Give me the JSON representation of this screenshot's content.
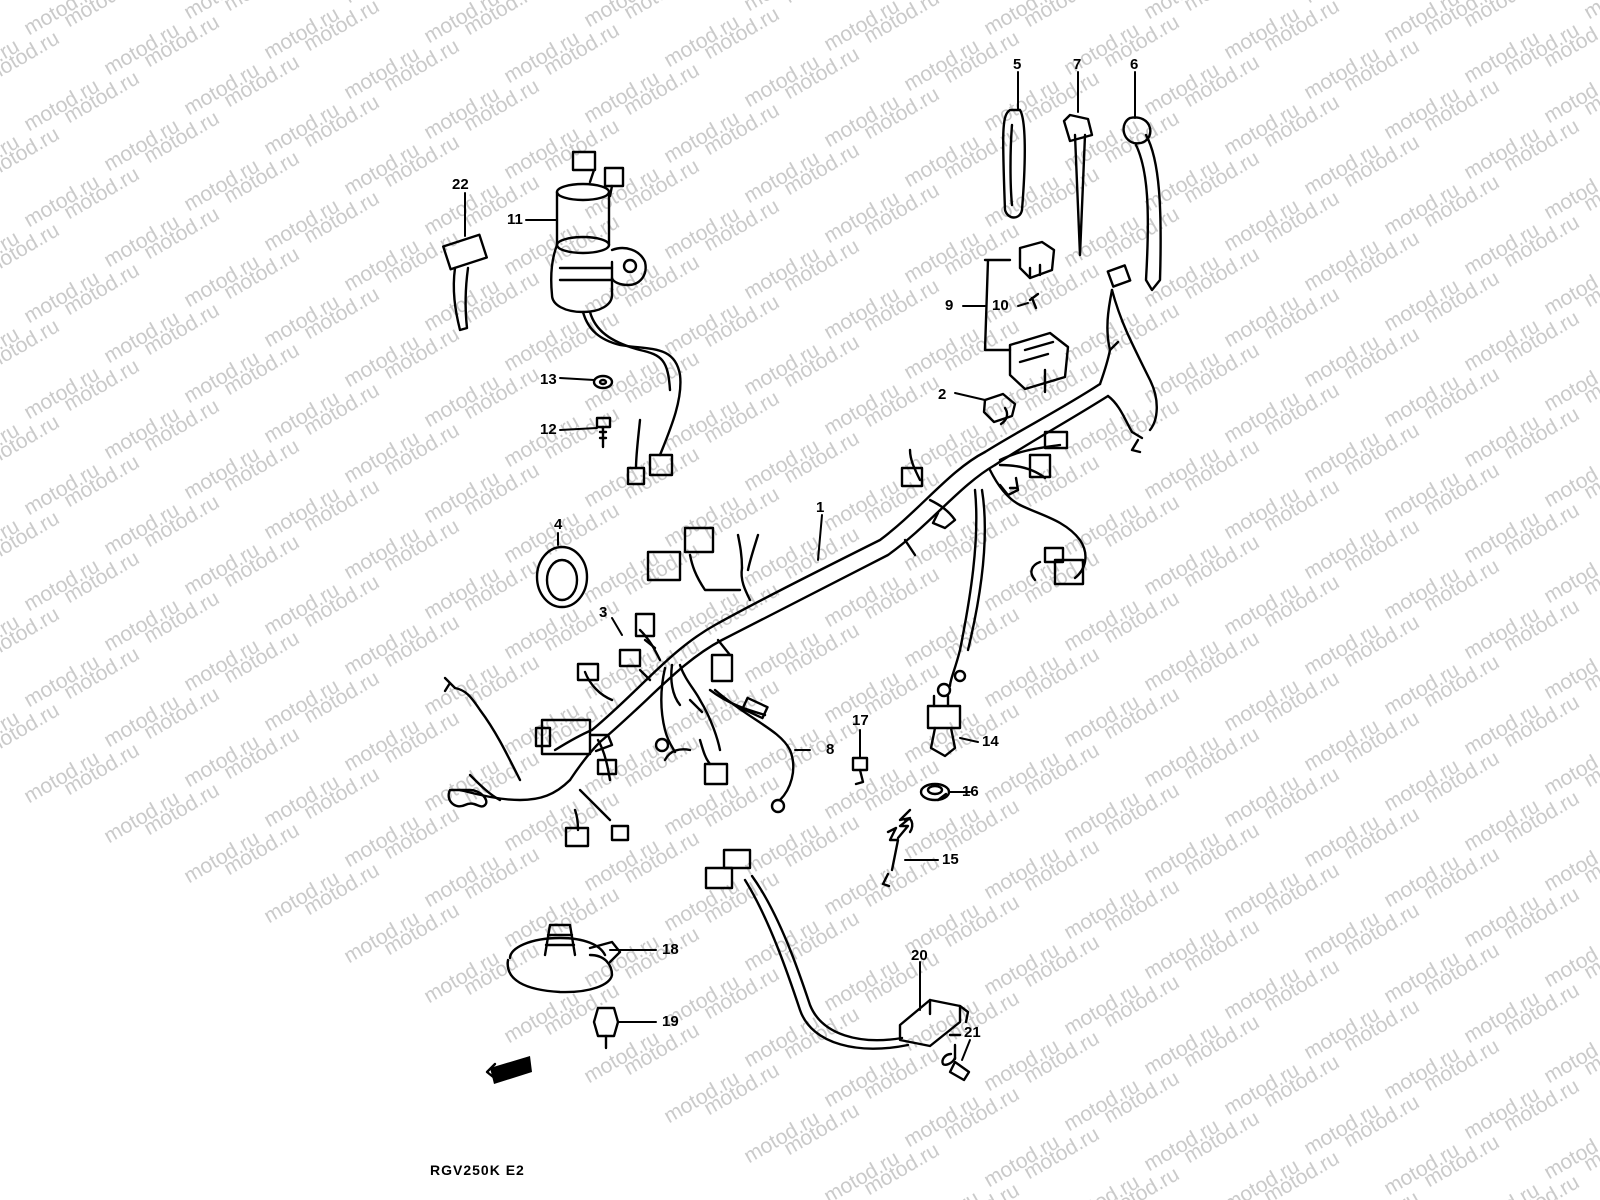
{
  "watermark": "motod.ru",
  "model_code": "RGV250K E2",
  "callouts": {
    "c1": "1",
    "c2": "2",
    "c3": "3",
    "c4": "4",
    "c5": "5",
    "c6": "6",
    "c7": "7",
    "c8": "8",
    "c9": "9",
    "c10": "10",
    "c11": "11",
    "c12": "12",
    "c13": "13",
    "c14": "14",
    "c15": "15",
    "c16": "16",
    "c17": "17",
    "c18": "18",
    "c19": "19",
    "c20": "20",
    "c21": "21",
    "c22": "22"
  },
  "colors": {
    "ink": "#000000",
    "watermark": "#b9b9b9"
  }
}
